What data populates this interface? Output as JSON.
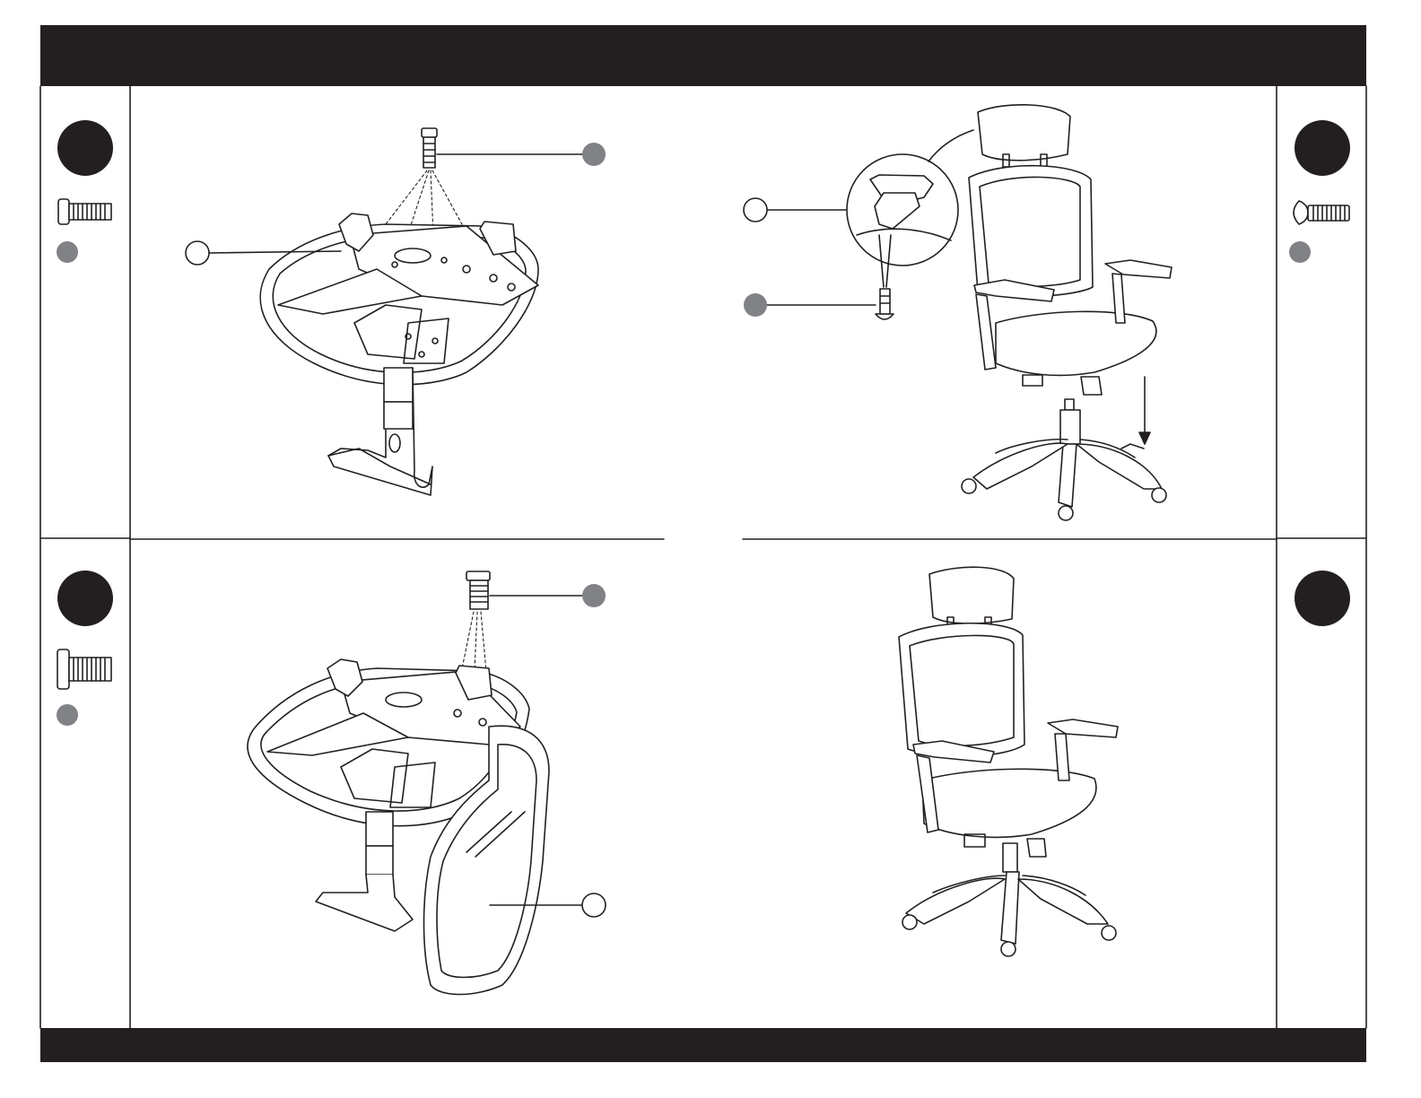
{
  "document": {
    "type": "chair assembly instructions page",
    "steps": [
      {
        "position": "top-left",
        "hardware_icon": "flange-bolt-icon",
        "label_count": 2
      },
      {
        "position": "top-right",
        "hardware_icon": "round-head-bolt-icon",
        "label_count": 2
      },
      {
        "position": "bottom-left",
        "hardware_icon": "flange-bolt-icon",
        "label_count": 2
      },
      {
        "position": "bottom-right",
        "hardware_icon": "none",
        "label_count": 0
      }
    ]
  },
  "colors": {
    "ink": "#231f20",
    "step_badge": "#231f20",
    "part_callout_filled": "#808285",
    "part_callout_outline": "#231f20",
    "background": "#ffffff"
  }
}
